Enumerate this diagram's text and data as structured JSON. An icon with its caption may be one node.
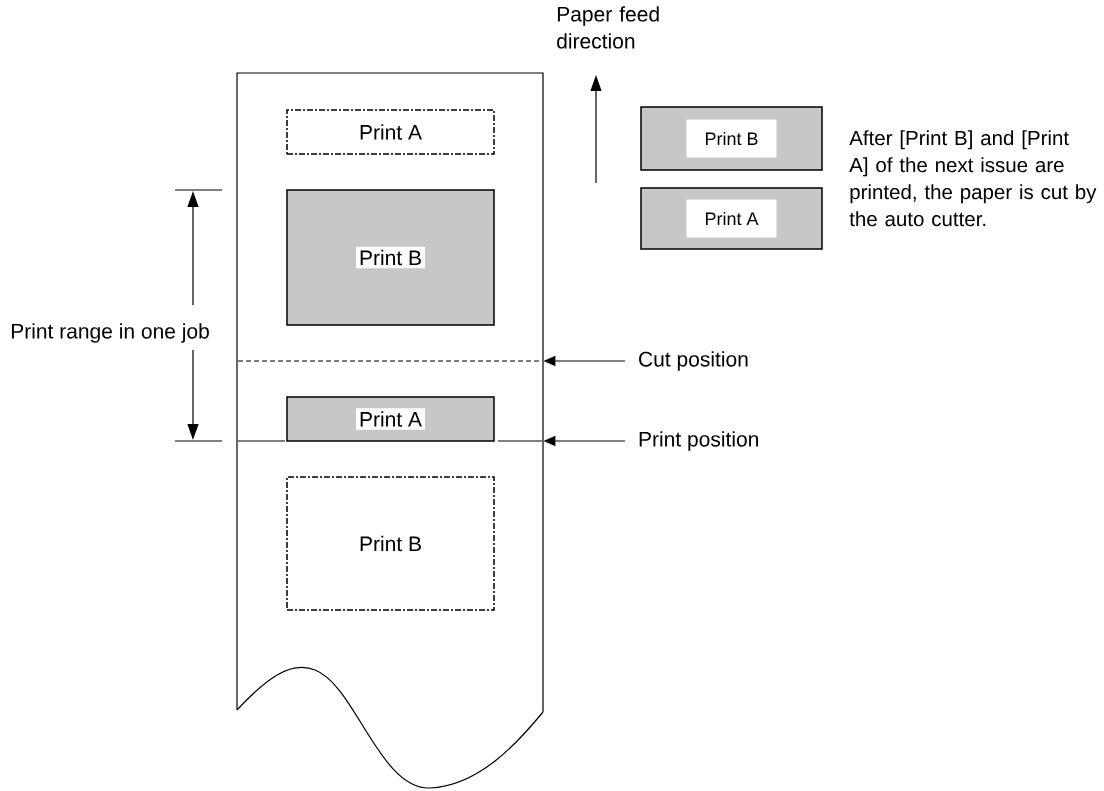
{
  "diagram": {
    "nodes": [
      {
        "text": [],
        "shape": "box"
      },
      {
        "text": [
          "Print A"
        ],
        "in": 0
      },
      {
        "text": [
          "Print B"
        ],
        "in": 0
      },
      {
        "text": [
          "Print A"
        ],
        "in": 0
      },
      {
        "text": [
          "Print B"
        ],
        "in": 0
      },
      {
        "text": [
          "Print B"
        ]
      },
      {
        "text": [
          "Print A"
        ]
      },
      {
        "text": [
          "Cut position"
        ]
      },
      {
        "text": [
          "Print position"
        ]
      }
    ],
    "edges": [
      {
        "from": 7,
        "to": 0,
        "arrow": "to"
      },
      {
        "from": 8,
        "to": 0,
        "arrow": "to"
      }
    ],
    "labels": [
      "Paper feed direction",
      "After [Print B] and [Print A] of the next issue are printed, the paper is cut by the auto cutter.",
      "Print range in one job"
    ]
  }
}
